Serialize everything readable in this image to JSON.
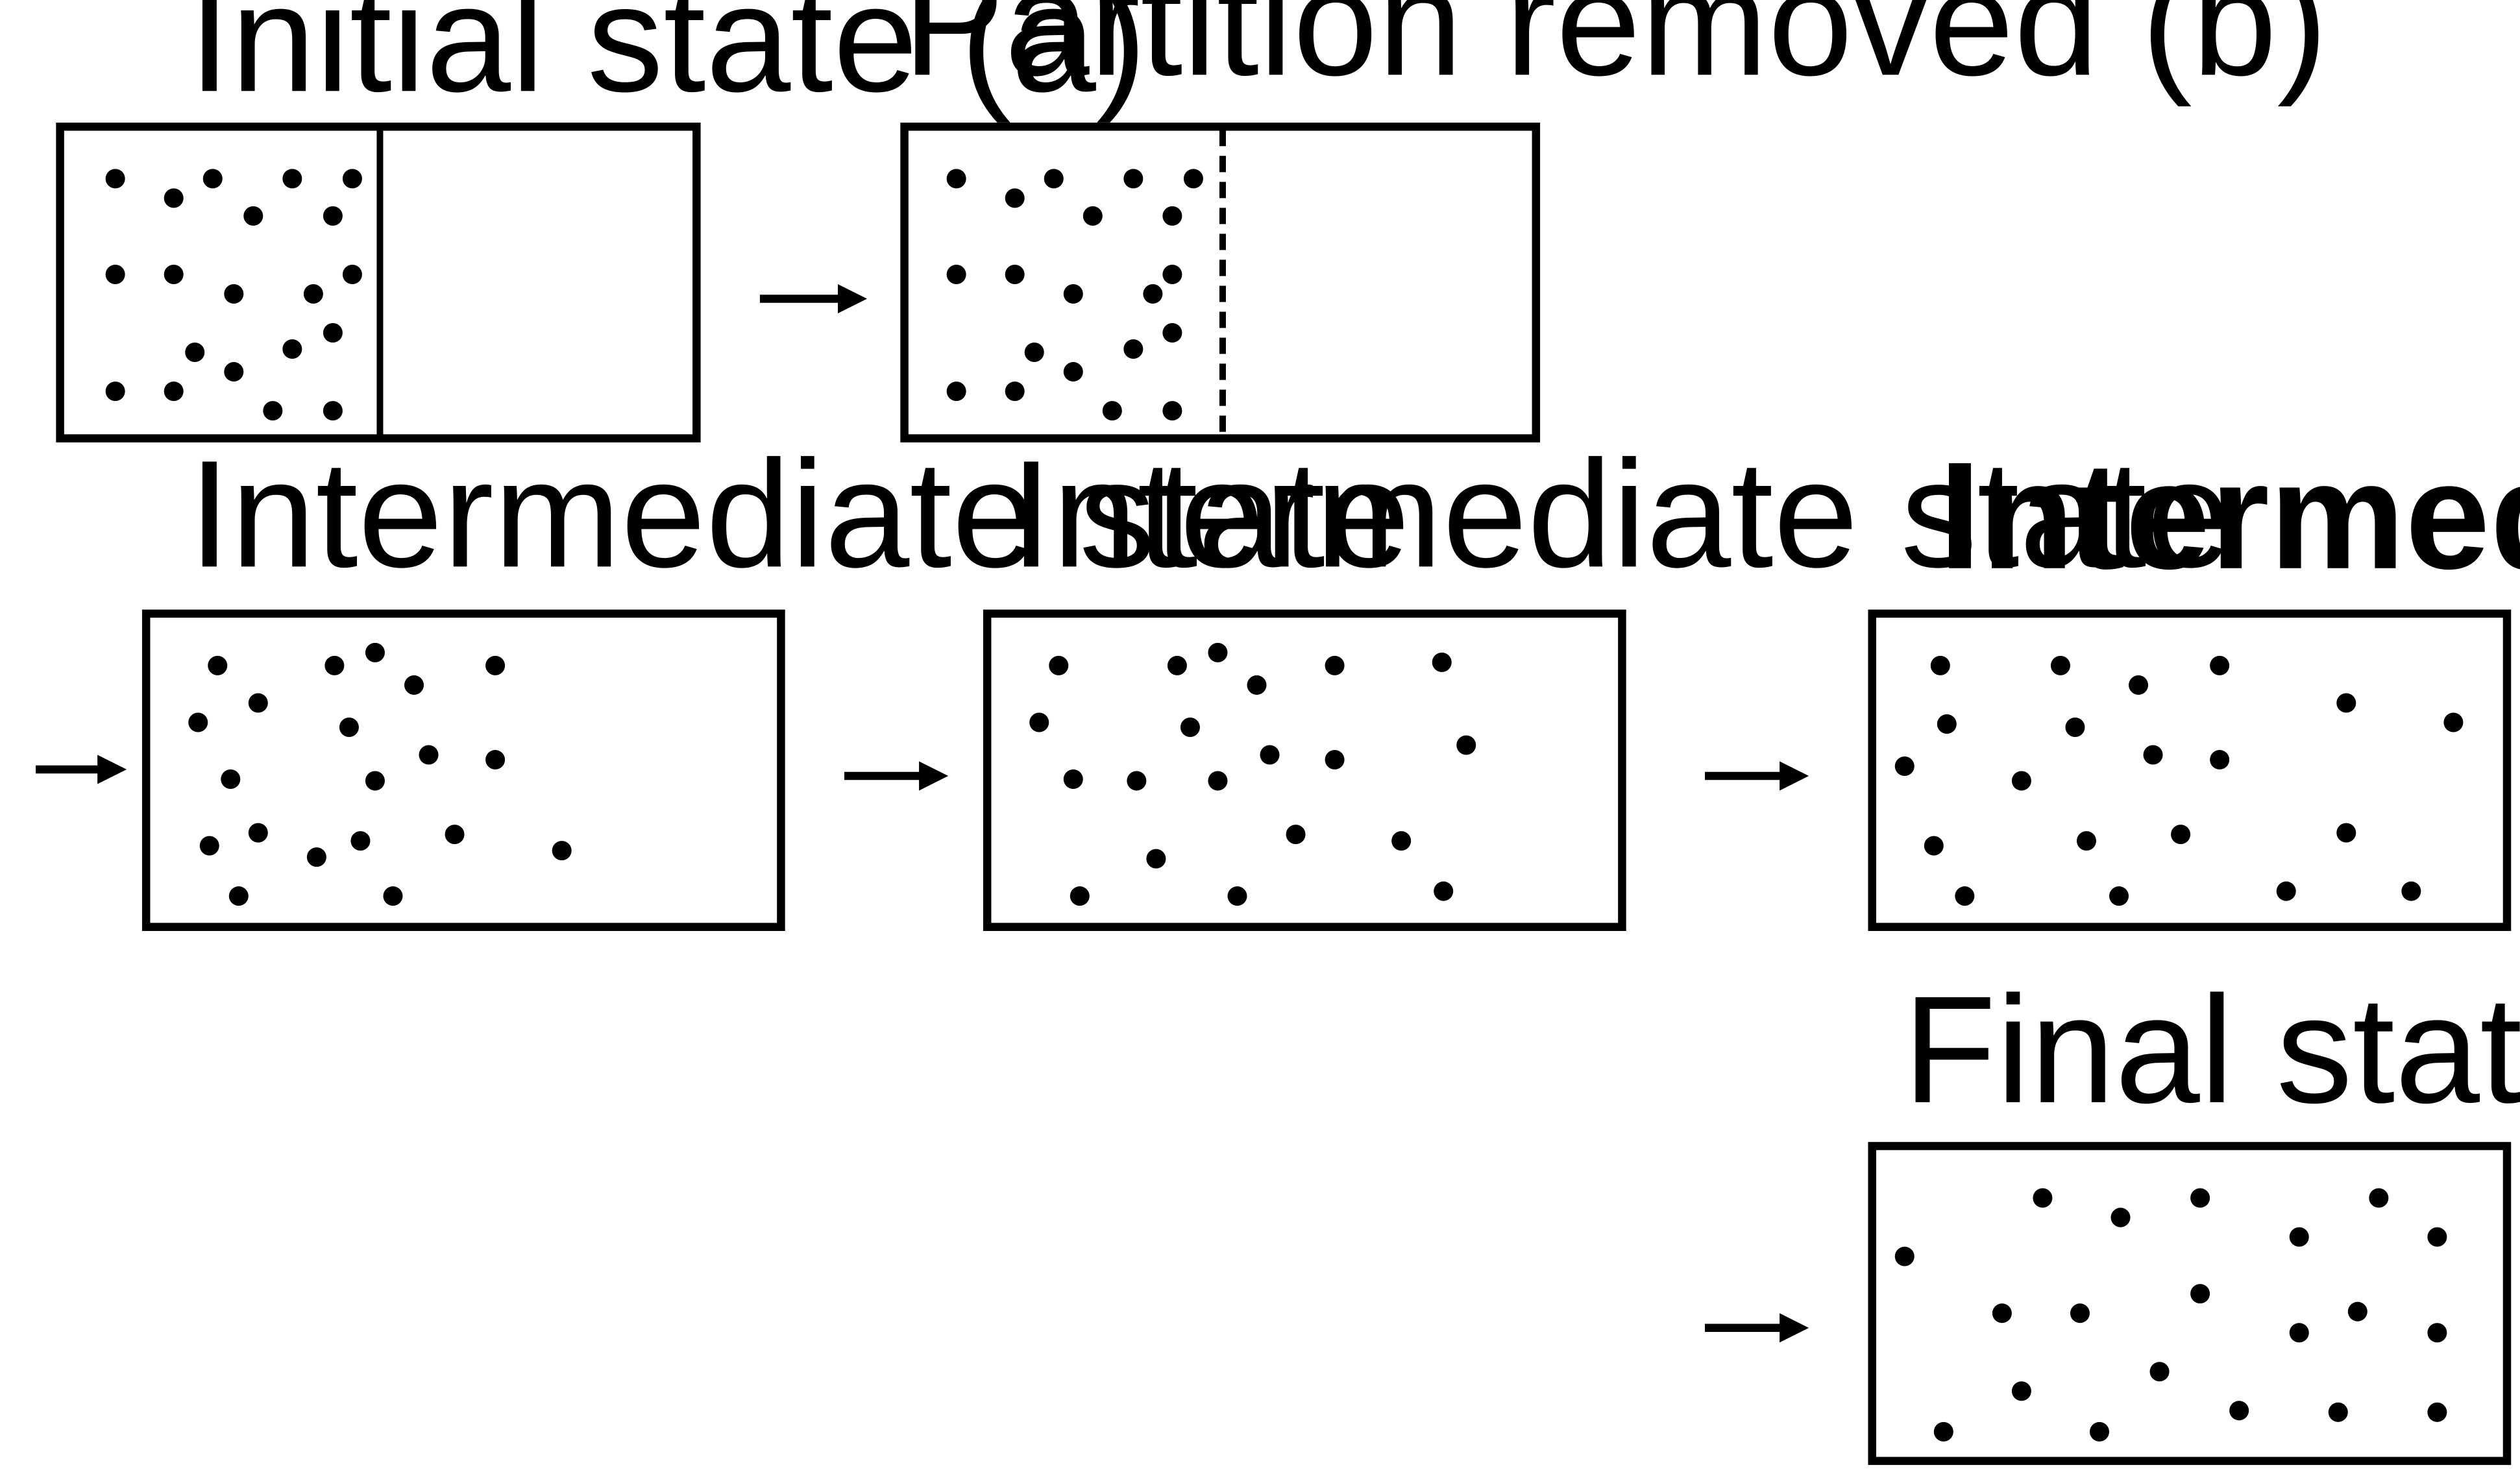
{
  "title_a": "Initial state (a)",
  "title_b": "Partition removed (b)",
  "title_i1": "Intermediate state",
  "title_i2": "Intermediate state",
  "title_i3": "Intermediate state",
  "title_c": "Final state  (c)",
  "colors": {
    "ink": "#000000",
    "background": "#ffffff"
  }
}
